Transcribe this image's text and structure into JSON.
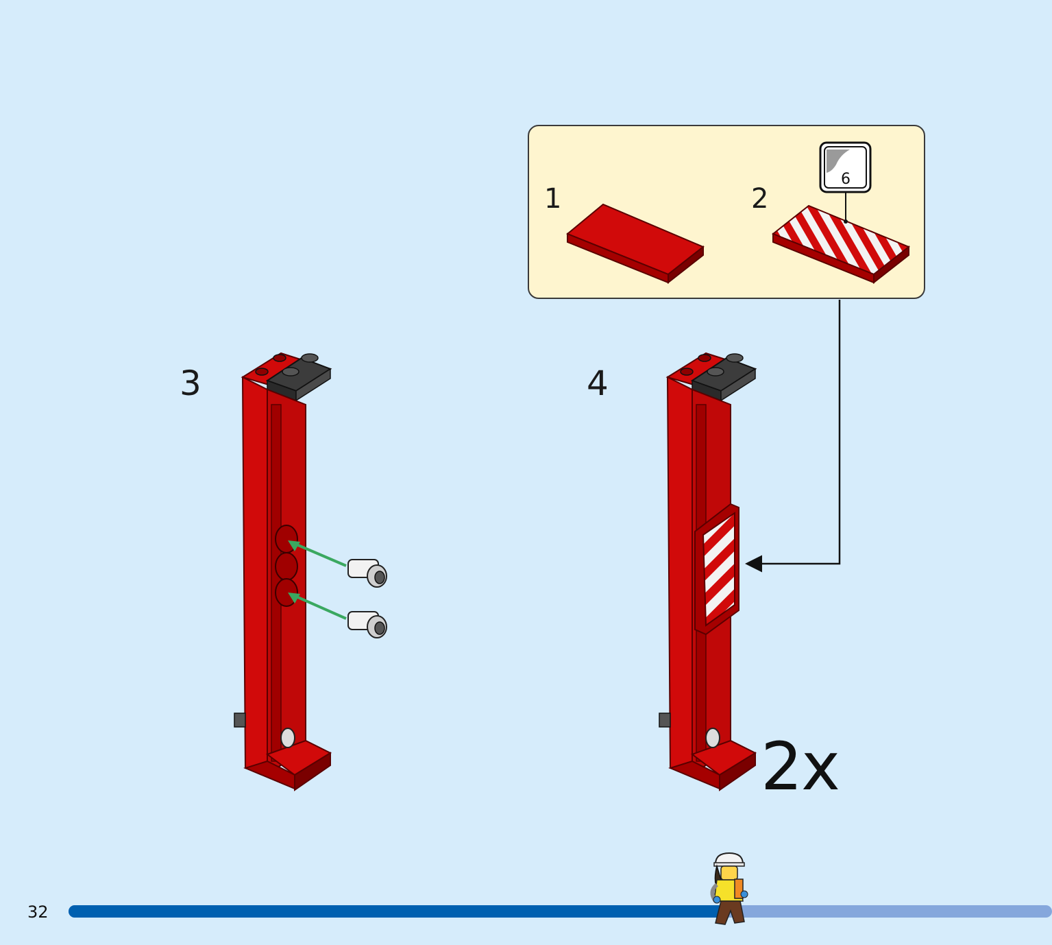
{
  "page": {
    "page_number": "32",
    "progress_fraction": 0.67,
    "colors": {
      "background": "#d6ecfb",
      "brick_red": "#d10a0a",
      "brick_dark_red": "#8e0000",
      "callout_bg": "#fef5cf",
      "progress_done": "#0060b0",
      "progress_remaining": "#85a7dc",
      "arrow_green": "#3aa860"
    }
  },
  "callout": {
    "substep_1": {
      "number": "1"
    },
    "substep_2": {
      "number": "2",
      "sticker_number": "6"
    }
  },
  "step_3": {
    "number": "3"
  },
  "step_4": {
    "number": "4",
    "multiplier": "2x"
  },
  "icons": {
    "sticker": "sticker-icon",
    "arrow": "green-arrow-icon",
    "minifigure": "construction-worker-minifigure-icon"
  }
}
